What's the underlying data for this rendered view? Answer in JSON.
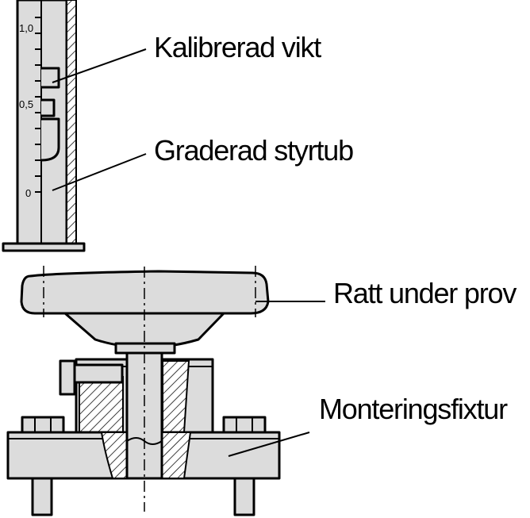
{
  "labels": {
    "calibrated_weight": "Kalibrerad vikt",
    "graduated_tube": "Graderad styrtub",
    "wheel_under_test": "Ratt under prov",
    "mounting_fixture": "Monteringsfixtur"
  },
  "scale": {
    "top": "1,0",
    "middle": "0,5",
    "bottom": "0"
  },
  "colors": {
    "part_fill": "#dcdcdc",
    "outline": "#000000",
    "background": "#ffffff"
  }
}
